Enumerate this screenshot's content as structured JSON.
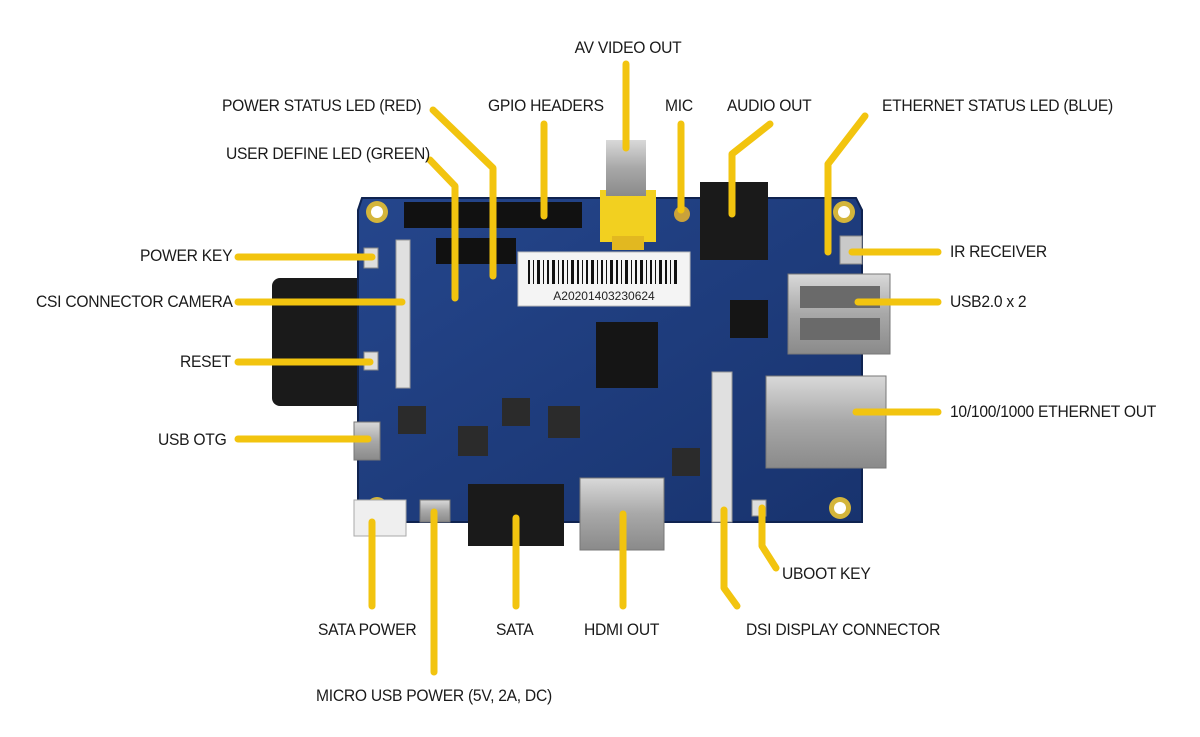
{
  "board": {
    "sticker_text": "A20201403230624"
  },
  "labels": {
    "av_video_out": "AV VIDEO OUT",
    "power_status_led": "POWER STATUS LED (RED)",
    "gpio_headers": "GPIO HEADERS",
    "mic": "MIC",
    "audio_out": "AUDIO OUT",
    "ethernet_status_led": "ETHERNET STATUS LED (BLUE)",
    "user_define_led": "USER DEFINE LED (GREEN)",
    "power_key": "POWER KEY",
    "csi_connector": "CSI CONNECTOR CAMERA",
    "reset": "RESET",
    "usb_otg": "USB OTG",
    "ir_receiver": "IR RECEIVER",
    "usb2": "USB2.0 x 2",
    "ethernet_out": "10/100/1000 ETHERNET OUT",
    "uboot_key": "UBOOT KEY",
    "sata_power": "SATA POWER",
    "sata": "SATA",
    "hdmi_out": "HDMI OUT",
    "dsi_display": "DSI DISPLAY CONNECTOR",
    "micro_usb_power": "MICRO USB POWER (5V, 2A, DC)"
  },
  "colors": {
    "leader": "#F2C40F",
    "pcb": "#1E3A78",
    "pcb_dark": "#142A5C",
    "text": "#1a1a1a"
  }
}
